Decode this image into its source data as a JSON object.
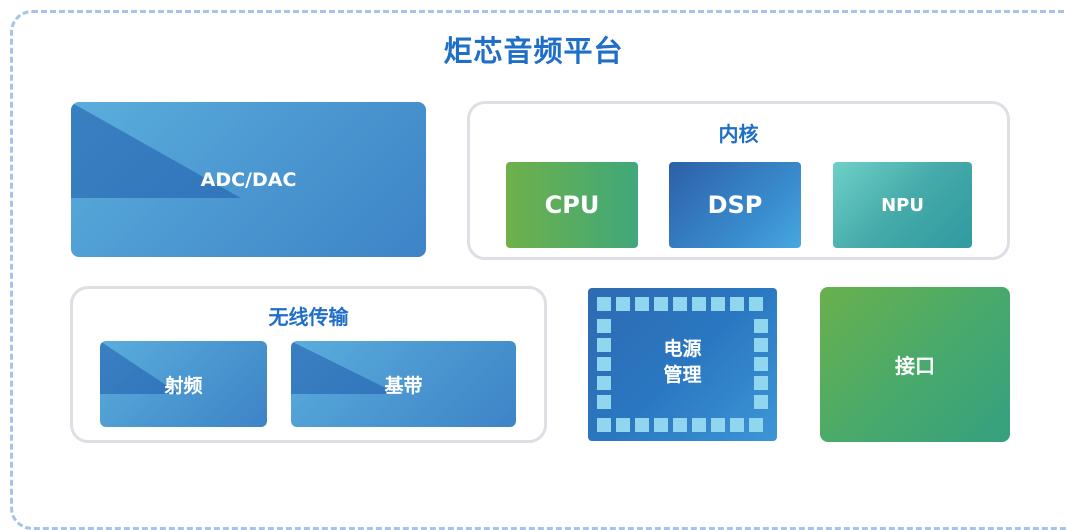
{
  "title": "炬芯音频平台",
  "blocks": {
    "adc_dac": "ADC/DAC",
    "core": {
      "title": "内核",
      "cpu": "CPU",
      "dsp": "DSP",
      "npu": "NPU"
    },
    "wireless": {
      "title": "无线传输",
      "rf": "射频",
      "baseband": "基带"
    },
    "power": {
      "line1": "电源",
      "line2": "管理"
    },
    "interface": "接口"
  },
  "colors": {
    "title_blue": "#1f6fc9",
    "dashed_border": "#a9c3e6",
    "panel_border": "#dcdfe4",
    "blue_block": "#4a95d0",
    "green_block": "#5aad5c",
    "teal_block": "#45aaa9",
    "power_pins": "#8fd6ee"
  }
}
